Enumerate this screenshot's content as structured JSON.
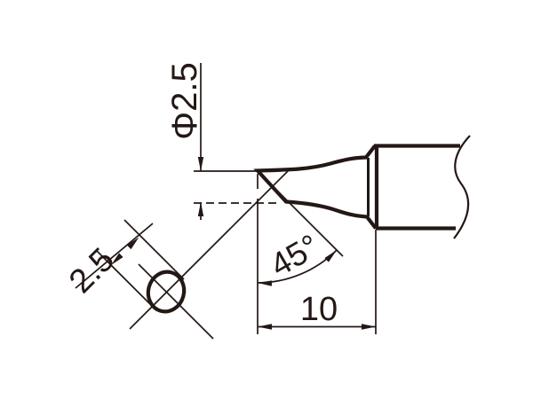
{
  "drawing": {
    "type": "technical-dimension-drawing",
    "subject": "bevel-cut soldering tip, side view with auxiliary face view",
    "labels": {
      "phi_diameter": "Φ2.5",
      "face_diameter": "2.5",
      "bevel_angle": "45°",
      "tip_length": "10"
    },
    "colors": {
      "line": "#231815",
      "background": "#ffffff"
    }
  }
}
